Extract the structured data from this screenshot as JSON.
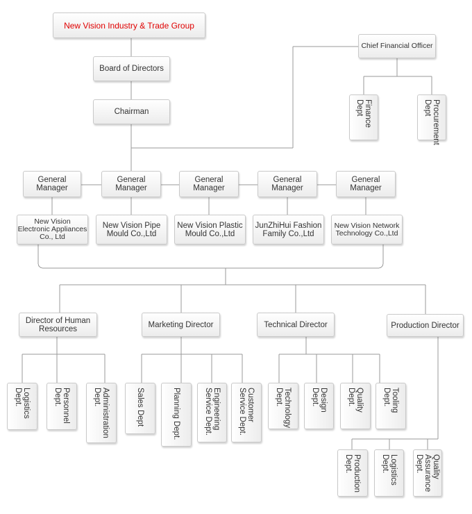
{
  "chart": {
    "root": "New Vision Industry & Trade Group",
    "board": "Board of Directors",
    "chairman": "Chairman",
    "cfo": "Chief Financial Officer",
    "cfo_depts": [
      "Finance Dept",
      "Procurement Dept"
    ],
    "general_manager": [
      "General Manager",
      "General Manager",
      "General Manager",
      "General Manager",
      "General Manager"
    ],
    "companies": [
      "New Vision Electronic Appliances Co., Ltd",
      "New Vision Pipe Mould Co.,Ltd",
      "New Vision Plastic Mould Co.,Ltd",
      "JunZhiHui Fashion Family Co.,Ltd",
      "New Vision Network Technology Co.,Ltd"
    ],
    "directors": [
      "Director of Human Resources",
      "Marketing Director",
      "Technical Director",
      "Production Director"
    ],
    "hr_depts": [
      "Logistics Dept.",
      "Personnel Dept.",
      "Administration Dept."
    ],
    "marketing_depts": [
      "Sales Dept",
      "Planning Dept.",
      "Engineering Service Dept.",
      "Customer Service Dept."
    ],
    "technical_depts": [
      "Technology Dept.",
      "Design Dept.",
      "Quality Dept.",
      "Tooling Dept."
    ],
    "production_depts": [
      "Production Dept.",
      "Logistics Dept.",
      "Quality Assurance Dept."
    ]
  },
  "colors": {
    "root_text": "#e00000",
    "line": "#9a9a9a",
    "box_border": "#c9c9c9"
  }
}
